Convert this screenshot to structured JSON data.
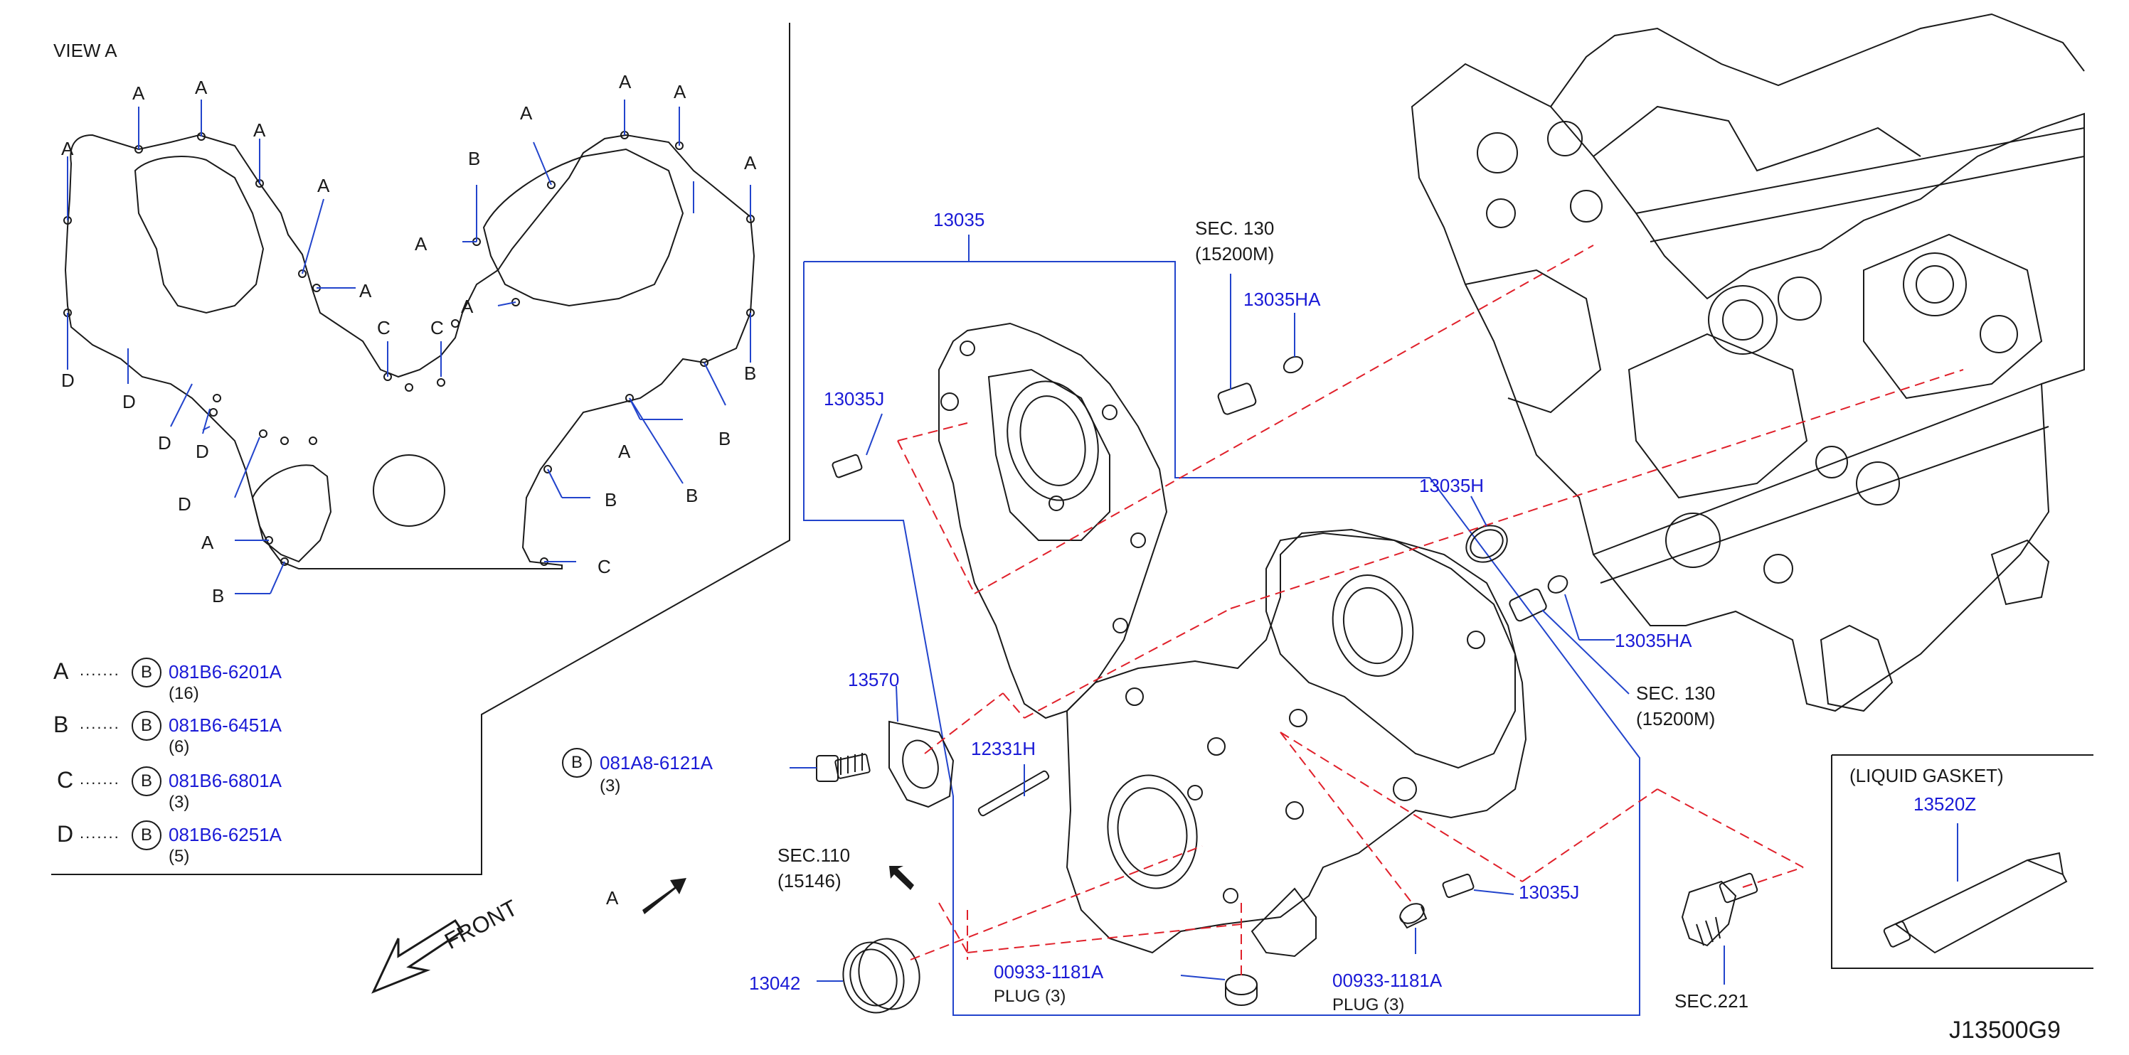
{
  "colors": {
    "ink": "#1a1a1a",
    "callout": "#1a1ad6",
    "leader": "#2244cc",
    "centerline": "#e0202a",
    "bg": "#ffffff"
  },
  "view_a": {
    "title": "VIEW   A",
    "labels_a": "A",
    "labels_b": "B",
    "labels_c": "C",
    "labels_d": "D"
  },
  "legend": [
    {
      "letter": "A",
      "dots": ".......",
      "circle": "B",
      "part": "081B6-6201A",
      "qty": "(16)"
    },
    {
      "letter": "B",
      "dots": ".......",
      "circle": "B",
      "part": "081B6-6451A",
      "qty": "(6)"
    },
    {
      "letter": "C",
      "dots": ".......",
      "circle": "B",
      "part": "081B6-6801A",
      "qty": "(3)"
    },
    {
      "letter": "D",
      "dots": ".......",
      "circle": "B",
      "part": "081B6-6251A",
      "qty": "(5)"
    }
  ],
  "bolt": {
    "circle": "B",
    "part": "081A8-6121A",
    "qty": "(3)"
  },
  "callouts": {
    "p13035": "13035",
    "sec130_top_a": "SEC.  130",
    "sec130_top_b": "(15200M)",
    "p13035HA_top": "13035HA",
    "p13035J_top": "13035J",
    "p13035H": "13035H",
    "p13035HA_mid": "13035HA",
    "sec130_mid_a": "SEC.  130",
    "sec130_mid_b": "(15200M)",
    "p13570": "13570",
    "p12331H": "12331H",
    "sec110_a": "SEC.110",
    "sec110_b": "(15146)",
    "arrow_a": "A",
    "front": "FRONT",
    "p13042": "13042",
    "plug1_part": "00933-1181A",
    "plug1_label": "PLUG   (3)",
    "plug2_part": "00933-1181A",
    "plug2_label": "PLUG   (3)",
    "p13035J_bottom": "13035J",
    "sec221": "SEC.221",
    "liquid_gasket": "(LIQUID   GASKET)",
    "p13520Z": "13520Z",
    "drawing_id": "J13500G9"
  },
  "icons": [
    "front-arrow-icon",
    "direction-arrow-icon",
    "bolt-icon",
    "plug-icon",
    "oil-seal-icon",
    "dowel-pin-icon",
    "o-ring-icon",
    "sealant-tube-icon",
    "sensor-icon"
  ]
}
